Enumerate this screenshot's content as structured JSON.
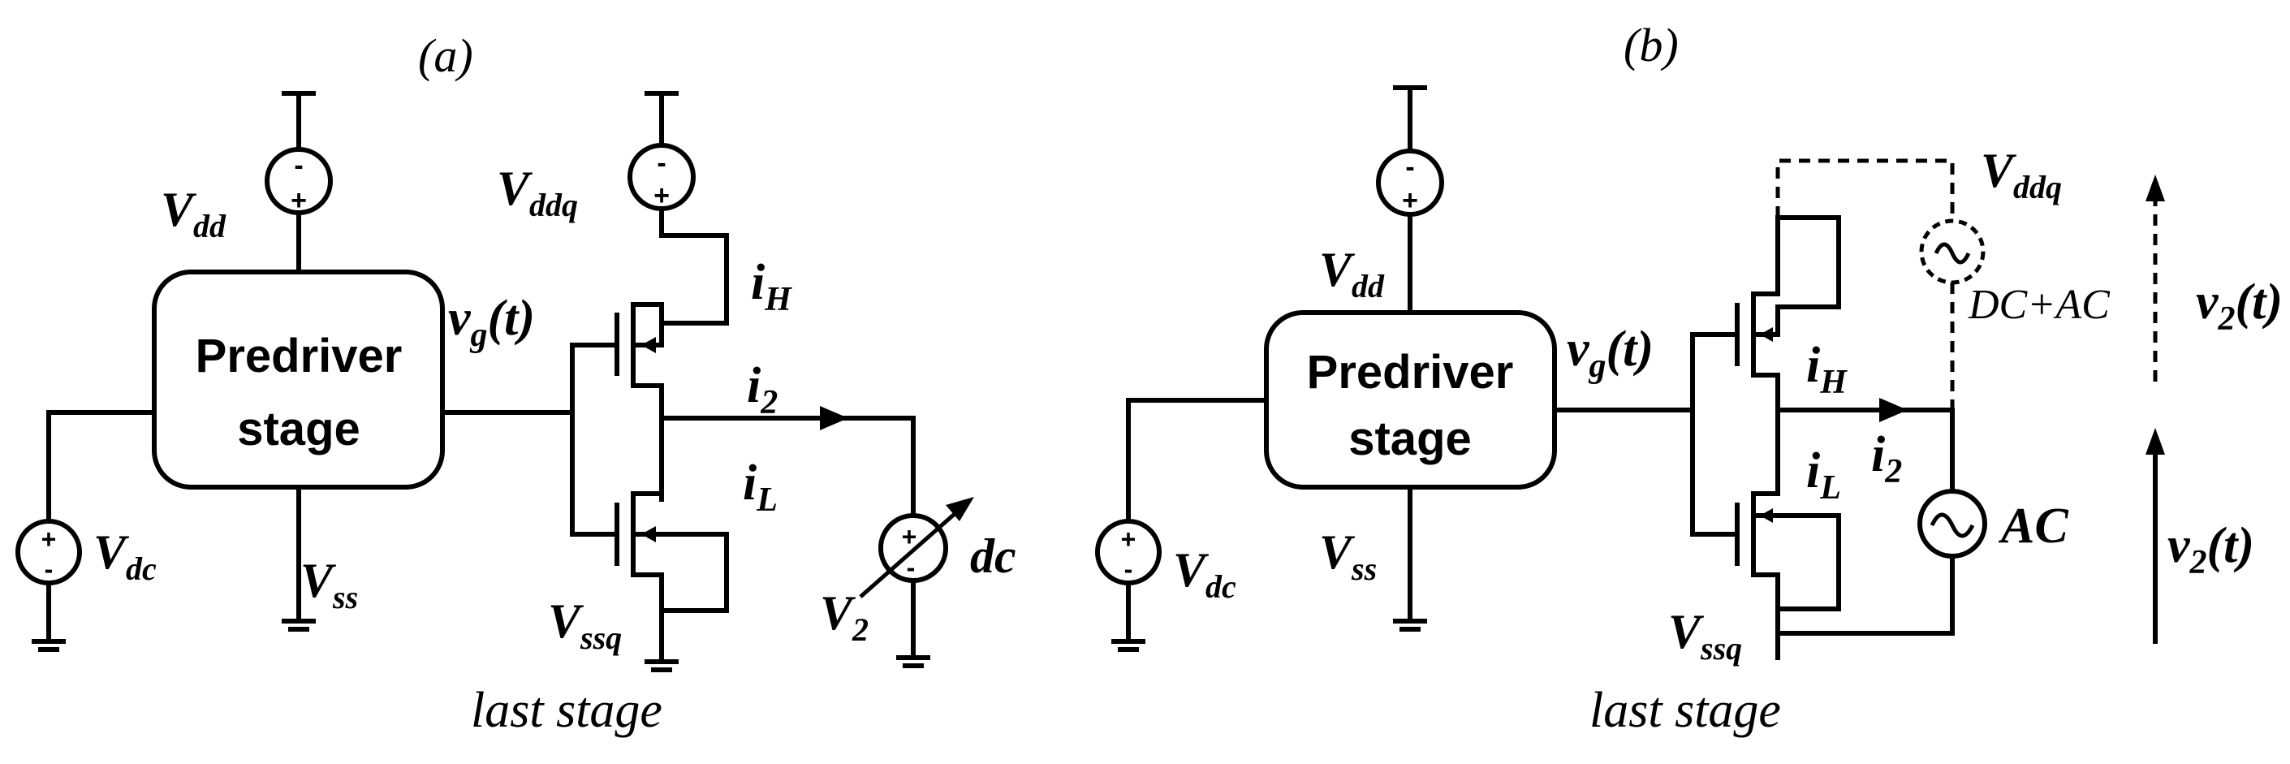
{
  "panel_a": {
    "title": "(a)",
    "box_line1": "Predriver",
    "box_line2": "stage",
    "vdd": {
      "main": "V",
      "sub": "dd"
    },
    "vss": {
      "main": "V",
      "sub": "ss"
    },
    "vdc": {
      "main": "V",
      "sub": "dc"
    },
    "vddq": {
      "main": "V",
      "sub": "ddq"
    },
    "vssq": {
      "main": "V",
      "sub": "ssq"
    },
    "vg": {
      "main": "v",
      "sub": "g",
      "tail": "(t)"
    },
    "ih": {
      "main": "i",
      "sub": "H"
    },
    "il": {
      "main": "i",
      "sub": "L"
    },
    "i2": {
      "main": "i",
      "sub": "2"
    },
    "v2": {
      "main": "V",
      "sub": "2"
    },
    "dc": "dc",
    "caption": "last stage"
  },
  "panel_b": {
    "title": "(b)",
    "box_line1": "Predriver",
    "box_line2": "stage",
    "vdd": {
      "main": "V",
      "sub": "dd"
    },
    "vss": {
      "main": "V",
      "sub": "ss"
    },
    "vdc": {
      "main": "V",
      "sub": "dc"
    },
    "vddq": {
      "main": "V",
      "sub": "ddq"
    },
    "vssq": {
      "main": "V",
      "sub": "ssq"
    },
    "vg": {
      "main": "v",
      "sub": "g",
      "tail": "(t)"
    },
    "ih": {
      "main": "i",
      "sub": "H"
    },
    "il": {
      "main": "i",
      "sub": "L"
    },
    "i2": {
      "main": "i",
      "sub": "2"
    },
    "dcac": "DC+AC",
    "ac": "AC",
    "v2_top": {
      "main": "v",
      "sub": "2",
      "tail": "(t)"
    },
    "v2_bottom": {
      "main": "v",
      "sub": "2",
      "tail": "(t)"
    },
    "caption": "last stage"
  },
  "symbols": {
    "plus": "+",
    "minus": "-"
  }
}
